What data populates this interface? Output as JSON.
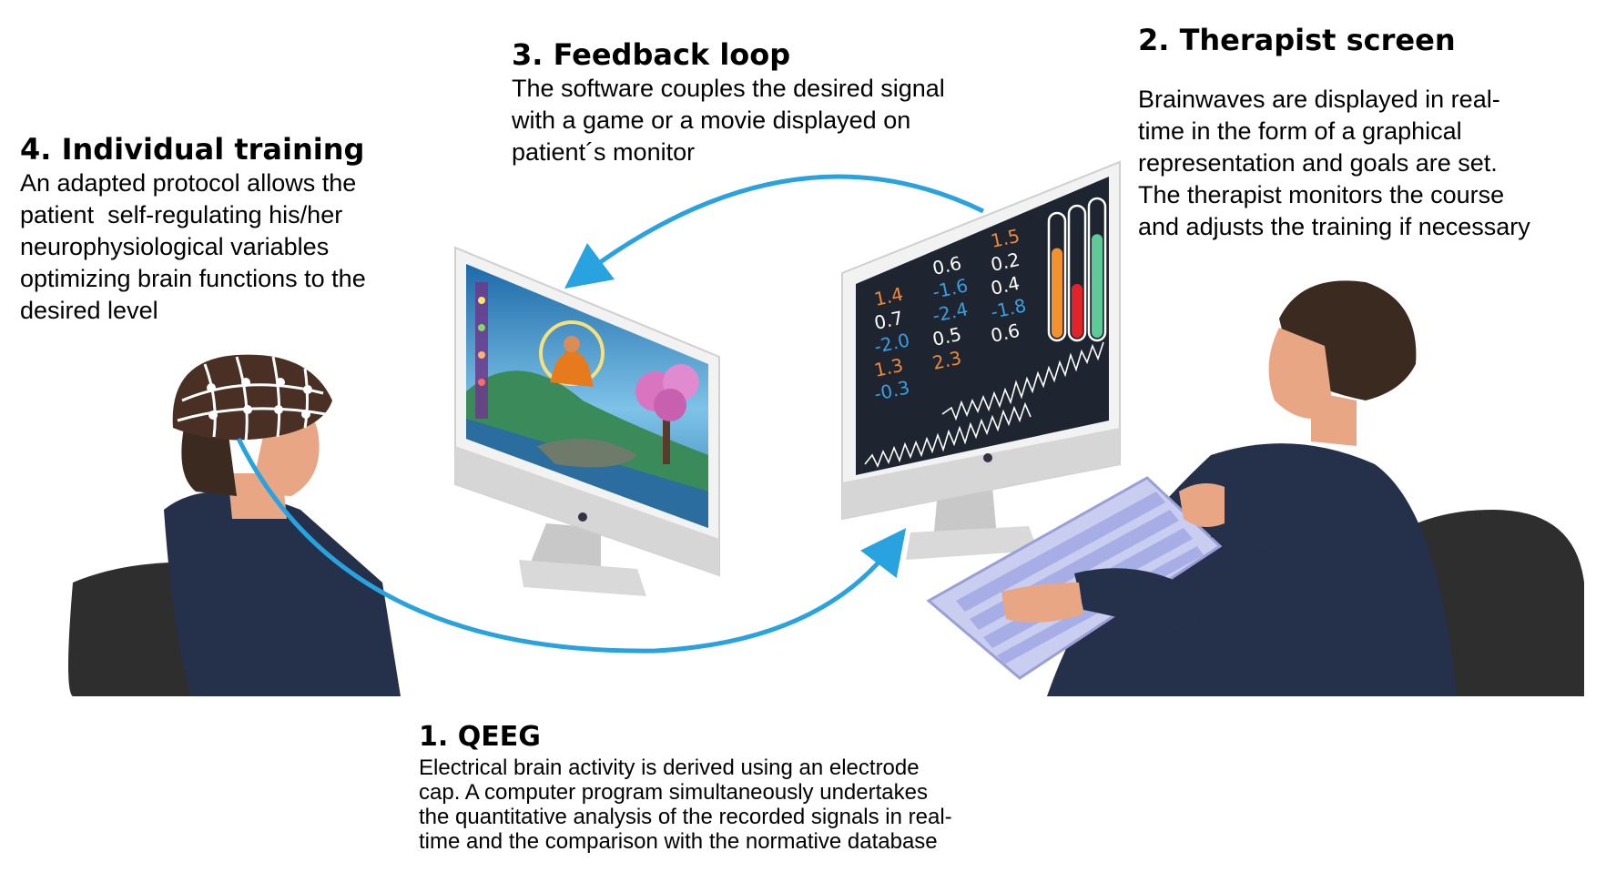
{
  "steps": {
    "qeeg": {
      "title": "1. QEEG",
      "lines": [
        "Electrical brain activity is derived using an electrode",
        "cap. A computer program simultaneously undertakes",
        "the quantitative analysis of the recorded signals in real-",
        "time and the comparison with the normative database"
      ]
    },
    "therapist": {
      "title": "2. Therapist screen",
      "lines": [
        "Brainwaves are displayed in real-",
        "time in the form of a graphical",
        "representation and goals are set.",
        "The therapist monitors the course",
        "and adjusts the training if necessary"
      ]
    },
    "feedback": {
      "title": "3. Feedback loop",
      "lines": [
        "The software couples the desired signal",
        "with a game or a movie displayed on",
        "patient´s monitor"
      ]
    },
    "training": {
      "title": "4. Individual training",
      "lines": [
        "An adapted protocol allows the",
        "patient  self-regulating his/her",
        "neurophysiological variables",
        "optimizing brain functions to the",
        "desired level"
      ]
    }
  },
  "therapist_monitor": {
    "col1": [
      "1.4",
      "0.7",
      "-2.0",
      "1.3",
      "-0.3"
    ],
    "col2": [
      "0.6",
      "-1.6",
      "-2.4",
      "0.5",
      "2.3"
    ],
    "col3": [
      "1.5",
      "0.2",
      "0.4",
      "-1.8",
      "0.6"
    ],
    "colors": {
      "orange": "#f08a3a",
      "blue": "#3a9ee0",
      "white": "#ffffff"
    },
    "bars": [
      {
        "color": "#f2922e",
        "level": 0.78
      },
      {
        "color": "#e0242a",
        "level": 0.45
      },
      {
        "color": "#5fc99a",
        "level": 0.8
      }
    ]
  },
  "colors": {
    "arrow": "#29a3e0",
    "screen_bg": "#1e2530",
    "suit": "#25304a",
    "hair": "#3a2a20"
  }
}
